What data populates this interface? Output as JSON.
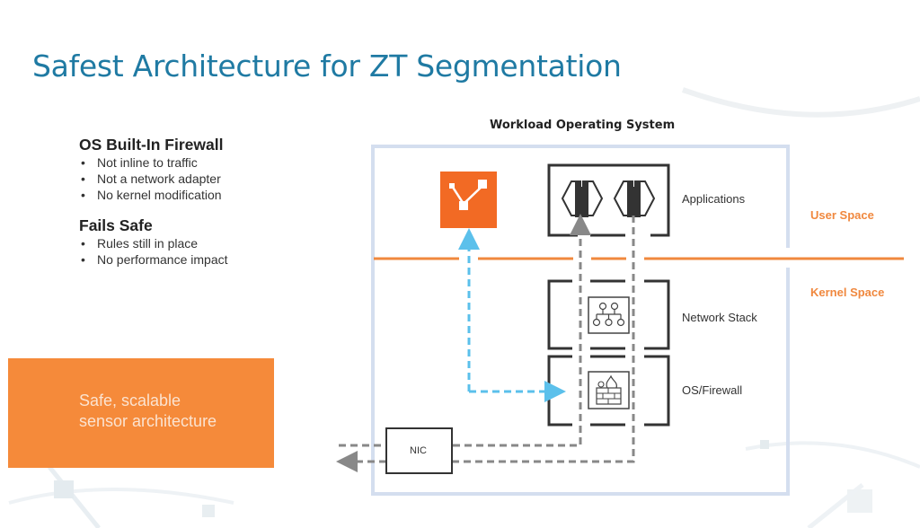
{
  "slide": {
    "title": "Safest Architecture for ZT Segmentation"
  },
  "points": {
    "groups": [
      {
        "heading": "OS Built-In Firewall",
        "bullets": [
          "Not inline to traffic",
          "Not a network adapter",
          "No kernel modification"
        ]
      },
      {
        "heading": "Fails Safe",
        "bullets": [
          "Rules still in place",
          "No performance impact"
        ]
      }
    ],
    "bullet_glyph": "•"
  },
  "callout": {
    "text": "Safe, scalable\nsensor architecture",
    "color": "#f58a3a"
  },
  "diagram": {
    "title": "Workload Operating System",
    "layers": {
      "applications": "Applications",
      "network_stack": "Network Stack",
      "firewall": "OS/Firewall",
      "nic": "NIC"
    },
    "spaces": {
      "user": "User Space",
      "kernel": "Kernel Space"
    },
    "icons": {
      "sensor": "sensor-agent-icon",
      "app1": "application-container-icon",
      "app2": "application-container-icon",
      "network": "network-hierarchy-icon",
      "firewall": "firewall-icon"
    },
    "colors": {
      "accent_orange": "#f0883e",
      "sensor_orange": "#f26a24",
      "control_path_blue": "#5bc0eb",
      "data_path_gray": "#888888",
      "outer_border": "#d4deef",
      "title_blue": "#1f7aa3"
    }
  }
}
